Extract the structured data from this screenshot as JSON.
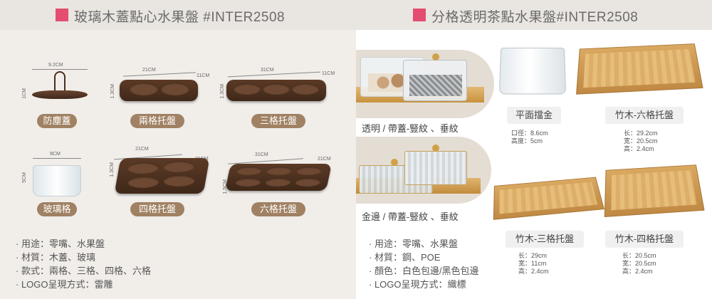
{
  "left": {
    "title": "玻璃木蓋點心水果盤 #INTER2508",
    "products": {
      "lid": {
        "label": "防塵蓋",
        "width_dim": "9.2CM",
        "height_dim": "1CM"
      },
      "two": {
        "label": "兩格托盤",
        "width_dim": "21CM",
        "depth_dim": "11CM",
        "height_dim": "1.3CM"
      },
      "three": {
        "label": "三格托盤",
        "width_dim": "31CM",
        "depth_dim": "11CM",
        "height_dim": "1.3CM"
      },
      "glass": {
        "label": "玻璃格",
        "width_dim": "9CM",
        "height_dim": "5CM"
      },
      "four": {
        "label": "四格托盤",
        "width_dim": "21CM",
        "depth_dim": "21CM",
        "height_dim": "1.3CM"
      },
      "six": {
        "label": "六格托盤",
        "width_dim": "31CM",
        "depth_dim": "21CM",
        "height_dim": "1.5CM"
      }
    },
    "features": [
      "· 用途：零嘴、水果盤",
      "· 材質：木蓋、玻璃",
      "· 款式：兩格、三格、四格、六格",
      "· LOGO呈現方式：雷雕"
    ]
  },
  "right": {
    "title": "分格透明茶點水果盤#INTER2508",
    "photo_labels": [
      "透明 / 帶蓋-豎紋 、垂紋",
      "金邊 / 帶蓋-豎紋 、垂紋"
    ],
    "features": [
      "· 用途：零嘴、水果盤",
      "· 材質：鋼、POE",
      "· 顏色：白色包邊/黑色包邊",
      "· LOGO呈現方式：織標"
    ],
    "items": [
      {
        "label": "平面擋金",
        "specs": [
          "口徑：8.6cm",
          "高度：5cm"
        ]
      },
      {
        "label": "竹木-六格托盤",
        "specs": [
          "长：29.2cm",
          "宽：20.5cm",
          "高：2.4cm"
        ]
      },
      {
        "label": "竹木-三格托盤",
        "specs": [
          "长：29cm",
          "宽：11cm",
          "高：2.4cm"
        ]
      },
      {
        "label": "竹木-四格托盤",
        "specs": [
          "长：20.5cm",
          "宽：20.5cm",
          "高：2.4cm"
        ]
      }
    ]
  },
  "colors": {
    "accent": "#e34d6f",
    "pill": "#a08163",
    "wood": "#4a2f1f",
    "bamboo": "#d9a861"
  }
}
